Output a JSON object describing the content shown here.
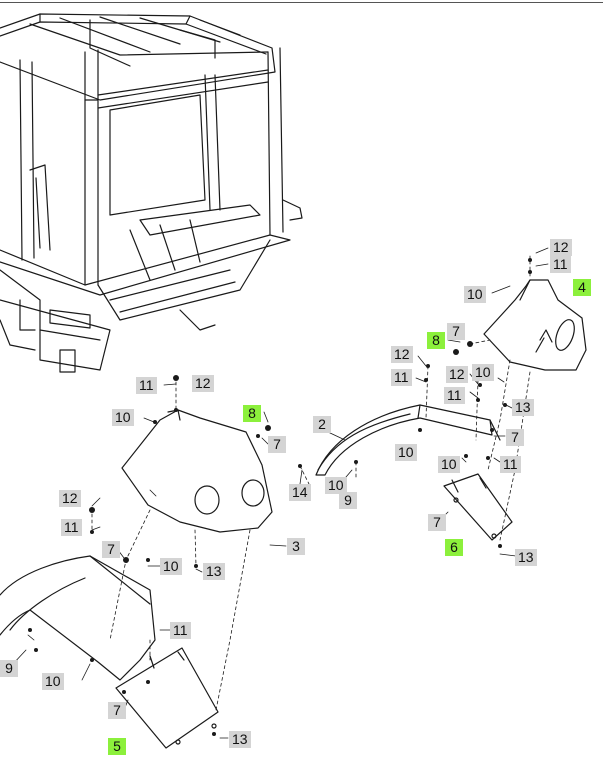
{
  "diagram": {
    "callouts": [
      {
        "id": "c12a",
        "text": "12"
      },
      {
        "id": "c11a",
        "text": "11"
      },
      {
        "id": "c4",
        "text": "4",
        "highlight": true
      },
      {
        "id": "c10a",
        "text": "10"
      },
      {
        "id": "c8a",
        "text": "8",
        "highlight": true
      },
      {
        "id": "c7a",
        "text": "7"
      },
      {
        "id": "c12b",
        "text": "12"
      },
      {
        "id": "c12c",
        "text": "12"
      },
      {
        "id": "c10b",
        "text": "10"
      },
      {
        "id": "c11b",
        "text": "11"
      },
      {
        "id": "c11c",
        "text": "11"
      },
      {
        "id": "c13a",
        "text": "13"
      },
      {
        "id": "c11d",
        "text": "11"
      },
      {
        "id": "c12d",
        "text": "12"
      },
      {
        "id": "c10c",
        "text": "10"
      },
      {
        "id": "c8b",
        "text": "8",
        "highlight": true
      },
      {
        "id": "c7b",
        "text": "7"
      },
      {
        "id": "c2",
        "text": "2"
      },
      {
        "id": "c7c",
        "text": "7"
      },
      {
        "id": "c10d",
        "text": "10"
      },
      {
        "id": "c10e",
        "text": "10"
      },
      {
        "id": "c11e",
        "text": "11"
      },
      {
        "id": "c14",
        "text": "14"
      },
      {
        "id": "c10f",
        "text": "10"
      },
      {
        "id": "c9a",
        "text": "9"
      },
      {
        "id": "c3",
        "text": "3"
      },
      {
        "id": "c7d",
        "text": "7"
      },
      {
        "id": "c6",
        "text": "6",
        "highlight": true
      },
      {
        "id": "c13b",
        "text": "13"
      },
      {
        "id": "c12e",
        "text": "12"
      },
      {
        "id": "c11f",
        "text": "11"
      },
      {
        "id": "c7e",
        "text": "7"
      },
      {
        "id": "c10g",
        "text": "10"
      },
      {
        "id": "c13c",
        "text": "13"
      },
      {
        "id": "c11g",
        "text": "11"
      },
      {
        "id": "c9b",
        "text": "9"
      },
      {
        "id": "c10h",
        "text": "10"
      },
      {
        "id": "c7f",
        "text": "7"
      },
      {
        "id": "c13d",
        "text": "13"
      },
      {
        "id": "c5",
        "text": "5",
        "highlight": true
      }
    ],
    "colors": {
      "callout_bg": "#d4d4d4",
      "highlight_bg": "#8cf03c",
      "line": "#1a1a1a"
    }
  }
}
